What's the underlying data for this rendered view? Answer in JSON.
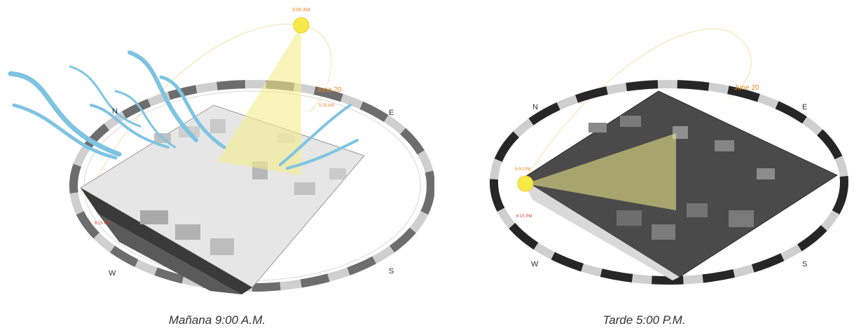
{
  "morning": {
    "caption": "Mañana 9:00 A.M.",
    "time_label": "9:00 AM",
    "date_label": "June 20",
    "sunrise_label": "5:25 AM",
    "sunset_label": "6:15 PM",
    "dir_n": "N",
    "dir_e": "E",
    "dir_s": "S",
    "dir_w": "W"
  },
  "afternoon": {
    "caption": "Tarde 5:00 P.M.",
    "time_label": "5:00 PM",
    "date_label": "June 20",
    "sunset_label": "6:15 PM",
    "dir_n": "N",
    "dir_e": "E",
    "dir_s": "S",
    "dir_w": "W"
  },
  "colors": {
    "sun": "#f7e94a",
    "beam": "#f5ef8c",
    "wind": "#7ec4e2",
    "orange_text": "#e8871e",
    "red_text": "#d63b2e"
  }
}
